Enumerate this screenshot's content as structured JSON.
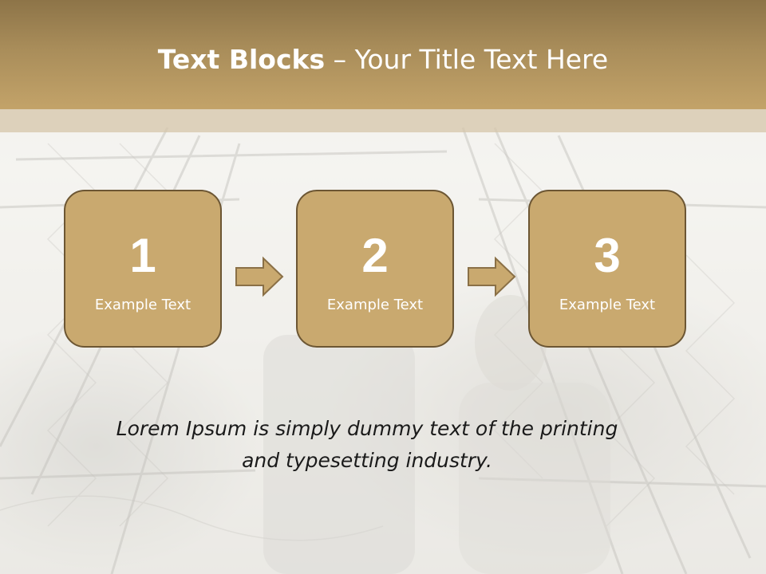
{
  "slide": {
    "title_bold": "Text Blocks",
    "title_rest": " – Your Title Text Here"
  },
  "steps": [
    {
      "number": "1",
      "label": "Example Text"
    },
    {
      "number": "2",
      "label": "Example Text"
    },
    {
      "number": "3",
      "label": "Example Text"
    }
  ],
  "body": {
    "line1": "Lorem Ipsum is simply dummy text of the printing",
    "line2": "and typesetting industry."
  },
  "colors": {
    "header": "#a98d5a",
    "box_fill": "#c9a96f",
    "box_border": "#6c5633",
    "arrow": "#c9a96f"
  },
  "icons": {
    "arrow": "right-arrow-icon",
    "background": "eiffel-tower-photo"
  }
}
